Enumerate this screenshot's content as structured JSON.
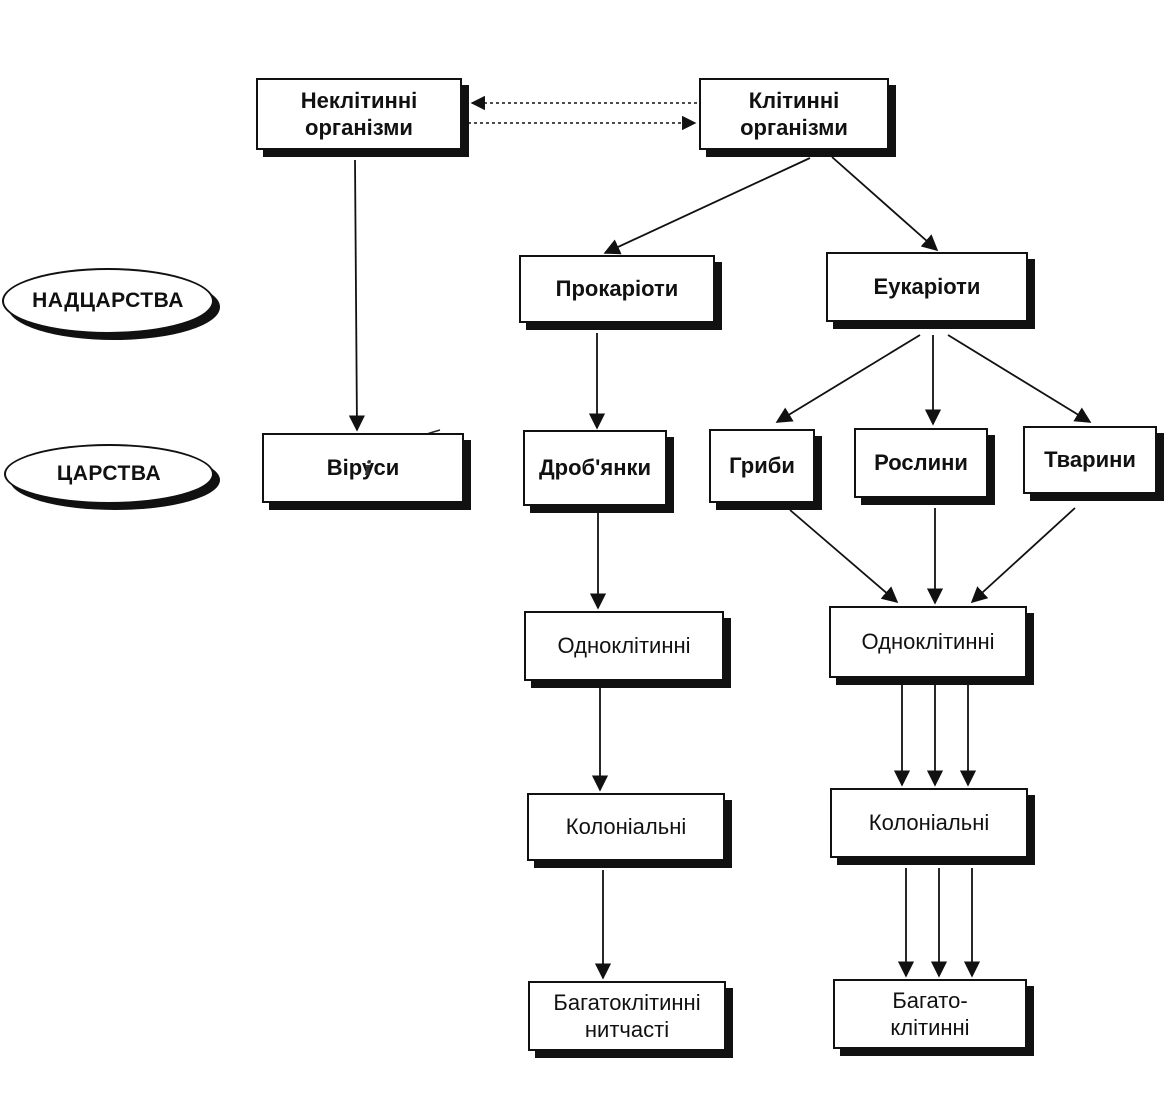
{
  "levels": {
    "superkingdoms": "НАДЦАРСТВА",
    "kingdoms": "ЦАРСТВА"
  },
  "nodes": {
    "noncellular": "Неклітинні\nорганізми",
    "cellular": "Клітинні\nорганізми",
    "prokaryotes": "Прокаріоти",
    "eukaryotes": "Еукаріоти",
    "viruses": "Віруси",
    "bacteria": "Дроб'янки",
    "fungi": "Гриби",
    "plants": "Рослини",
    "animals": "Тварини",
    "pro_unicellular": "Одноклітинні",
    "pro_colonial": "Колоніальні",
    "pro_multicellular": "Багатоклітинні\nнитчасті",
    "eu_unicellular": "Одноклітинні",
    "eu_colonial": "Колоніальні",
    "eu_multicellular": "Багато-\nклітинні"
  },
  "annotations": {
    "viruses_mark": "i"
  },
  "colors": {
    "ink": "#111111",
    "background": "#ffffff"
  }
}
